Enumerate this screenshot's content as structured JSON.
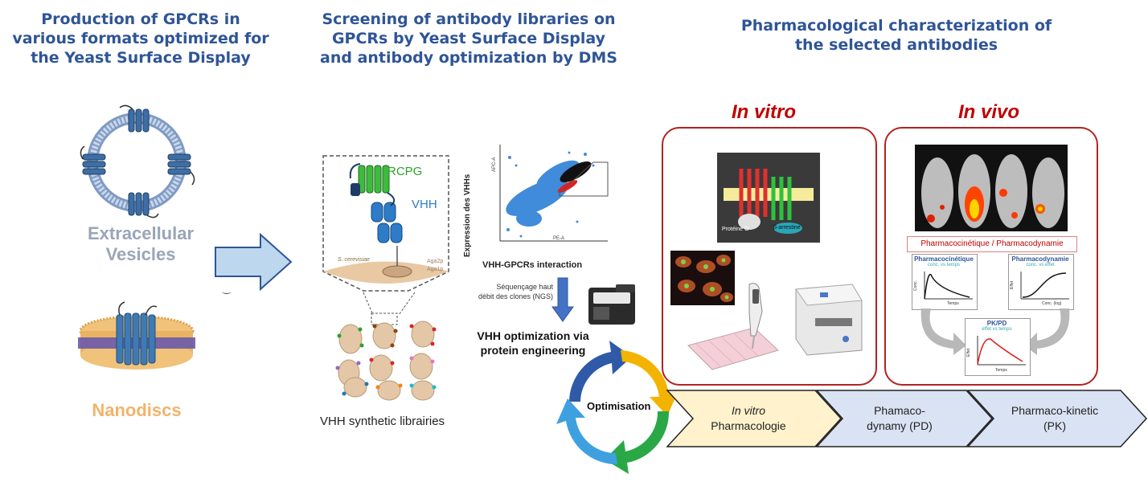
{
  "columns": {
    "production_title": "Production of GPCRs in various formats optimized for the Yeast Surface Display",
    "screening_title": "Screening of antibody libraries on GPCRs by Yeast Surface Display and antibody optimization by DMS",
    "pharmacology_title": "Pharmacological characterization of the selected antibodies"
  },
  "formats": {
    "vesicles_label": "Extracellular Vesicles",
    "nanodiscs_label": "Nanodiscs"
  },
  "yeast_display": {
    "rcpg_label": "RCPG",
    "vhh_label": "VHH",
    "cerevisiae_label": "S. cerevisiae",
    "aga2p_label": "Aga2p",
    "aga1p_label": "Aga1p",
    "libraries_label": "VHH synthetic librairies"
  },
  "facs": {
    "ylabel": "Expression des VHHs",
    "ylabel_inner": "APC-A",
    "xlabel_inner": "PE-A",
    "xlabel": "VHH-GPCRs interaction"
  },
  "ngs": {
    "label_line1": "Séquençage haut",
    "label_line2": "débit des clones (NGS)",
    "optimization_line1": "VHH optimization via",
    "optimization_line2": "protein engineering"
  },
  "cycle": {
    "label": "Optimisation"
  },
  "in_vitro": {
    "title": "In vitro",
    "proteine_g": "Protéine G",
    "arrestine": "β-arrestine"
  },
  "in_vivo": {
    "title": "In vivo",
    "pkpd_header": "Pharmacocinétique / Pharmacodynamie",
    "pk_title": "Pharmacocinétique",
    "pk_sub": "conc. vs temps",
    "pk_ylabel": "Conc.",
    "pk_xlabel": "Temps",
    "pd_title": "Pharmacodynamie",
    "pd_sub": "conc. vs effet",
    "pd_ylabel": "Effet",
    "pd_xlabel": "Conc. (log)",
    "pkpd_title": "PK/PD",
    "pkpd_sub": "effet vs temps",
    "pkpd_ylabel": "Effet",
    "pkpd_xlabel": "Temps"
  },
  "pipeline": {
    "step1_italic": "In vitro",
    "step1_rest": "Pharmacologie",
    "step2_line1": "Phamaco-",
    "step2_line2": "dynamy (PD)",
    "step3_line1": "Pharmaco-kinetic",
    "step3_line2": "(PK)"
  },
  "colors": {
    "title_blue": "#2f5597",
    "in_red": "#c00000",
    "vesicle_gray": "#9aa5b8",
    "nanodisc_orange": "#f2b36b",
    "chevron1": "#fff2cc",
    "chevron23": "#dae3f3"
  }
}
